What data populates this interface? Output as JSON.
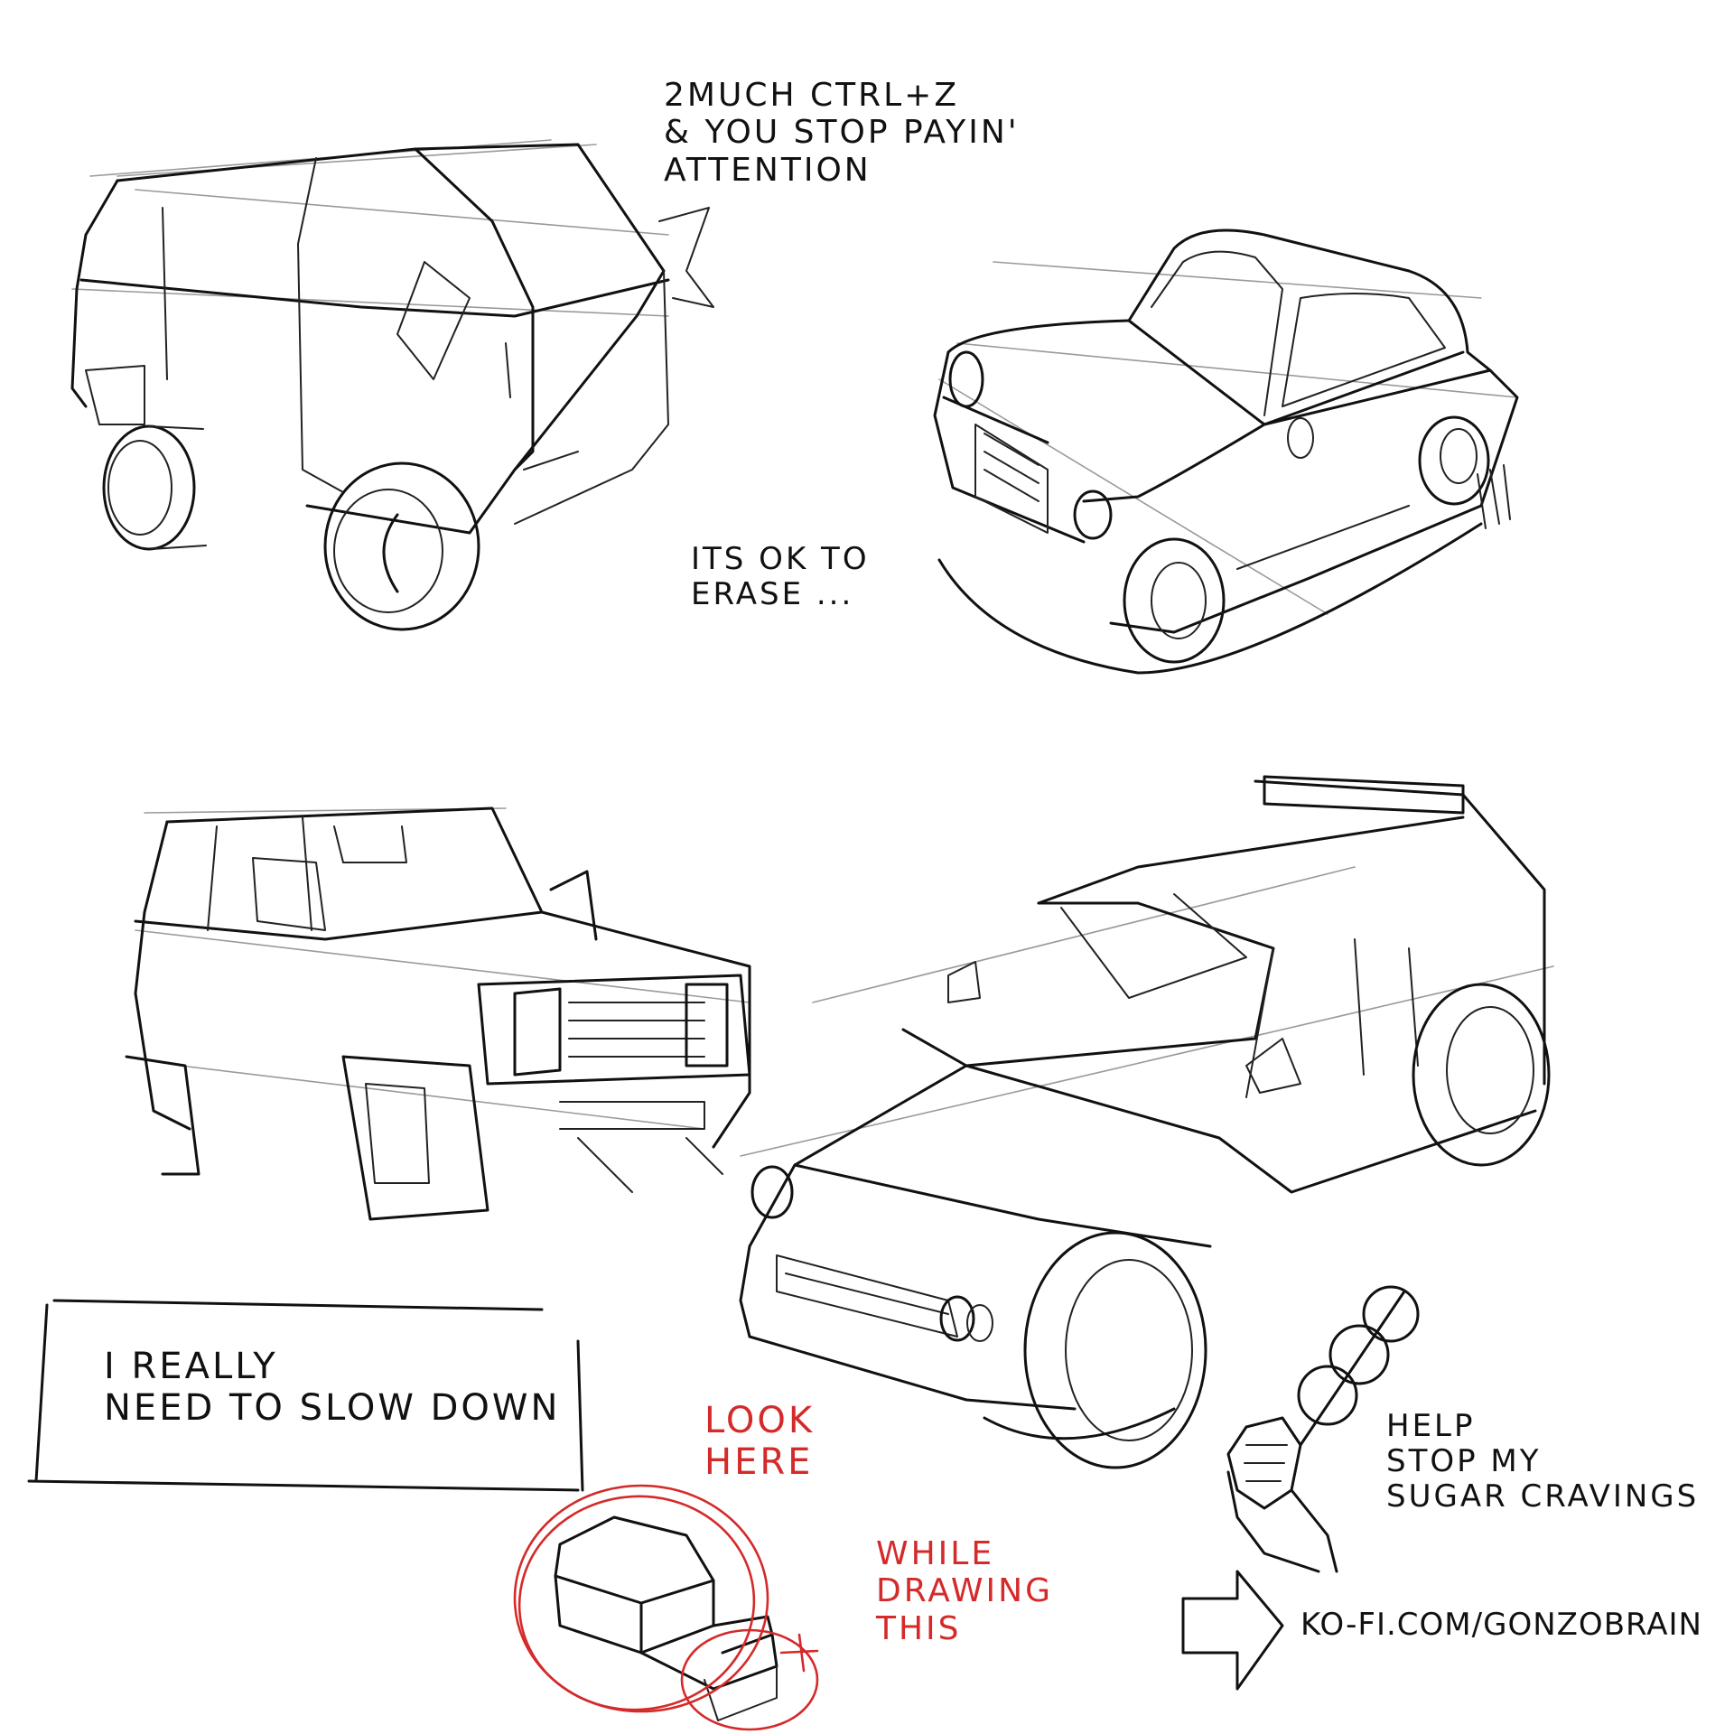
{
  "notes": {
    "ctrl_z": "2MUCH CTRL+Z\n& YOU STOP PAYIN'\nATTENTION",
    "erase": "ITS OK TO\nERASE ...",
    "slow_down": "I REALLY\nNEED TO SLOW DOWN",
    "look_here": "LOOK\nHERE",
    "while_drawing": "WHILE\nDRAWING\nTHIS",
    "help": "HELP\nSTOP MY\nSUGAR CRAVINGS",
    "kofi": "KO-FI.COM/GONZOBRAIN"
  },
  "colors": {
    "ink": "#111111",
    "annotation_red": "#d42a2a",
    "background": "#ffffff"
  }
}
